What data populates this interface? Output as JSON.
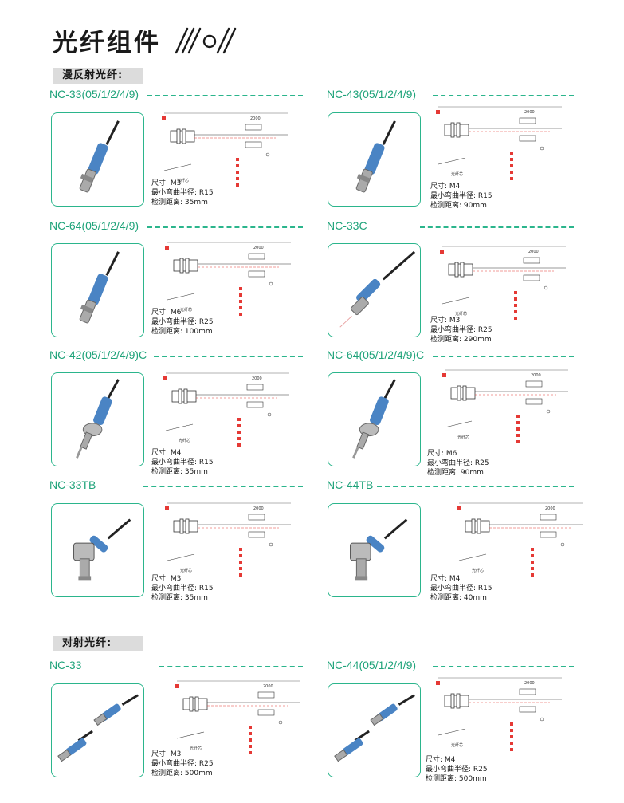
{
  "page": {
    "title": "光纤组件"
  },
  "sections": {
    "diffuse": "漫反射光纤:",
    "through": "对射光纤:"
  },
  "spec_labels": {
    "size": "尺寸:",
    "bend": "最小弯曲半径:",
    "distance": "检测距离:"
  },
  "products": [
    {
      "model": "NC-33(05/1/2/4/9)",
      "size": "M3",
      "bend": "R15",
      "distance": "35mm"
    },
    {
      "model": "NC-43(05/1/2/4/9)",
      "size": "M4",
      "bend": "R15",
      "distance": "90mm"
    },
    {
      "model": "NC-64(05/1/2/4/9)",
      "size": "M6",
      "bend": "R25",
      "distance": "100mm"
    },
    {
      "model": "NC-33C",
      "size": "M3",
      "bend": "R25",
      "distance": "290mm"
    },
    {
      "model": "NC-42(05/1/2/4/9)C",
      "size": "M4",
      "bend": "R15",
      "distance": "35mm"
    },
    {
      "model": "NC-64(05/1/2/4/9)C",
      "size": "M6",
      "bend": "R25",
      "distance": "90mm"
    },
    {
      "model": "NC-33TB",
      "size": "M3",
      "bend": "R15",
      "distance": "35mm"
    },
    {
      "model": "NC-44TB",
      "size": "M4",
      "bend": "R15",
      "distance": "40mm"
    },
    {
      "model": "NC-33",
      "size": "M3",
      "bend": "R25",
      "distance": "500mm"
    },
    {
      "model": "NC-44(05/1/2/4/9)",
      "size": "M4",
      "bend": "R25",
      "distance": "500mm"
    }
  ],
  "drawing_labels": {
    "core": "光纤芯",
    "length": "2000"
  },
  "colors": {
    "accent": "#2bb58c",
    "model_text": "#1fa37a",
    "cable_blue": "#4a84c4"
  }
}
